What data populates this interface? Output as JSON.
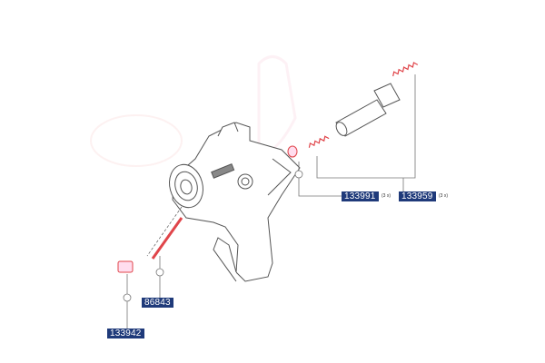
{
  "parts": [
    {
      "number": "133991",
      "qty": "(3 x)"
    },
    {
      "number": "133959",
      "qty": "(3 x)"
    },
    {
      "number": "86843"
    },
    {
      "number": "133942"
    }
  ],
  "colors": {
    "label_bg": "#1f3a7a",
    "part_highlight": "#e0454a",
    "outline": "#555555"
  }
}
